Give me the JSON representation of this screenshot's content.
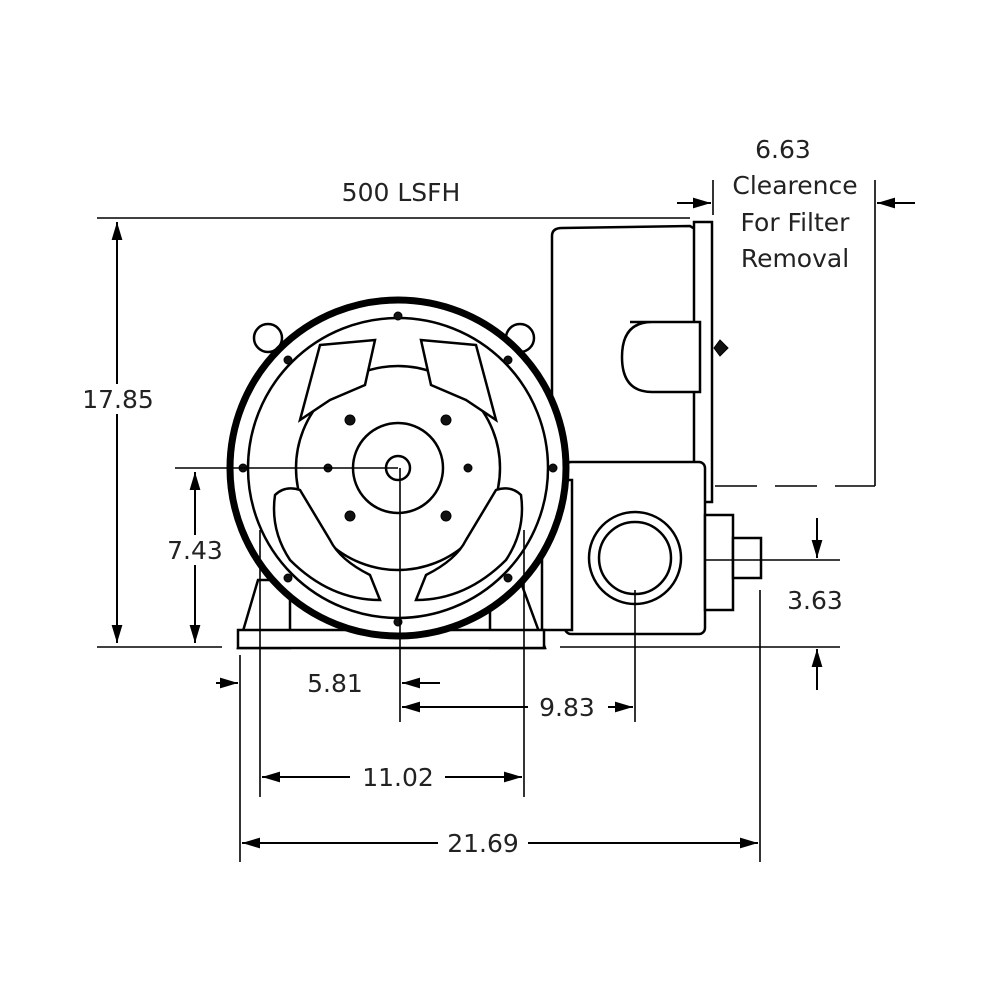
{
  "title": "500 LSFH",
  "clearance": {
    "value": "6.63",
    "line1": "Clearence",
    "line2": "For Filter",
    "line3": "Removal"
  },
  "dimensions": {
    "overall_height": "17.85",
    "shaft_height": "7.43",
    "foot_to_shaft": "5.81",
    "shaft_to_outlet": "9.83",
    "foot_spacing": "11.02",
    "overall_length": "21.69",
    "outlet_height": "3.63"
  }
}
